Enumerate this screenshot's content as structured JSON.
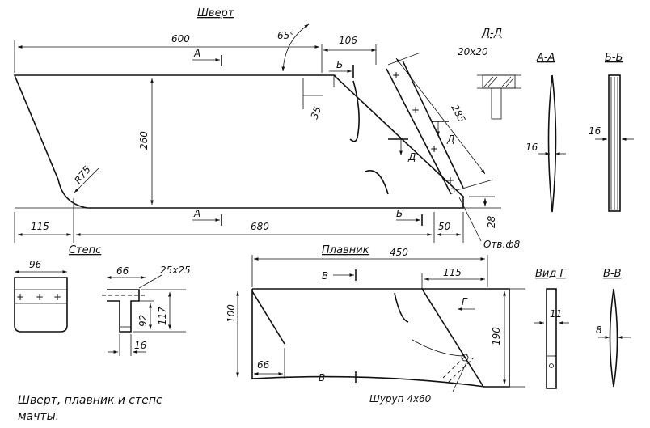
{
  "titles": {
    "shvert": "Шверт",
    "section_dd": "Д-Д",
    "section_aa": "А-А",
    "section_bb": "Б-Б",
    "steps": "Степс",
    "plavnik": "Плавник",
    "view_g": "Вид Г",
    "section_vv": "В-В"
  },
  "shvert": {
    "dim_total": "600",
    "angle": "65°",
    "dim_top": "106",
    "dim_35": "35",
    "dim_285": "285",
    "dim_260": "260",
    "radius": "R75",
    "dim_115": "115",
    "dim_680": "680",
    "dim_50": "50",
    "dim_28": "28",
    "hole": "Отв.ф8",
    "cut_a": "А",
    "cut_b": "Б",
    "cut_d": "Д"
  },
  "section_dd": {
    "size": "20х20"
  },
  "section_aa": {
    "thickness": "16"
  },
  "section_bb": {
    "thickness": "16"
  },
  "steps": {
    "width": "96",
    "dim_66": "66",
    "groove": "25х25",
    "dim_92": "92",
    "dim_117": "117",
    "dim_16": "16"
  },
  "plavnik": {
    "dim_450": "450",
    "dim_115": "115",
    "dim_100": "100",
    "dim_190": "190",
    "dim_66": "66",
    "screw": "Шуруп 4х60",
    "cut_v": "В",
    "cut_g": "Г"
  },
  "view_g": {
    "thickness": "11"
  },
  "section_vv": {
    "thickness": "8"
  },
  "caption": {
    "line1": "Шверт, плавник и степс",
    "line2": "мачты."
  }
}
